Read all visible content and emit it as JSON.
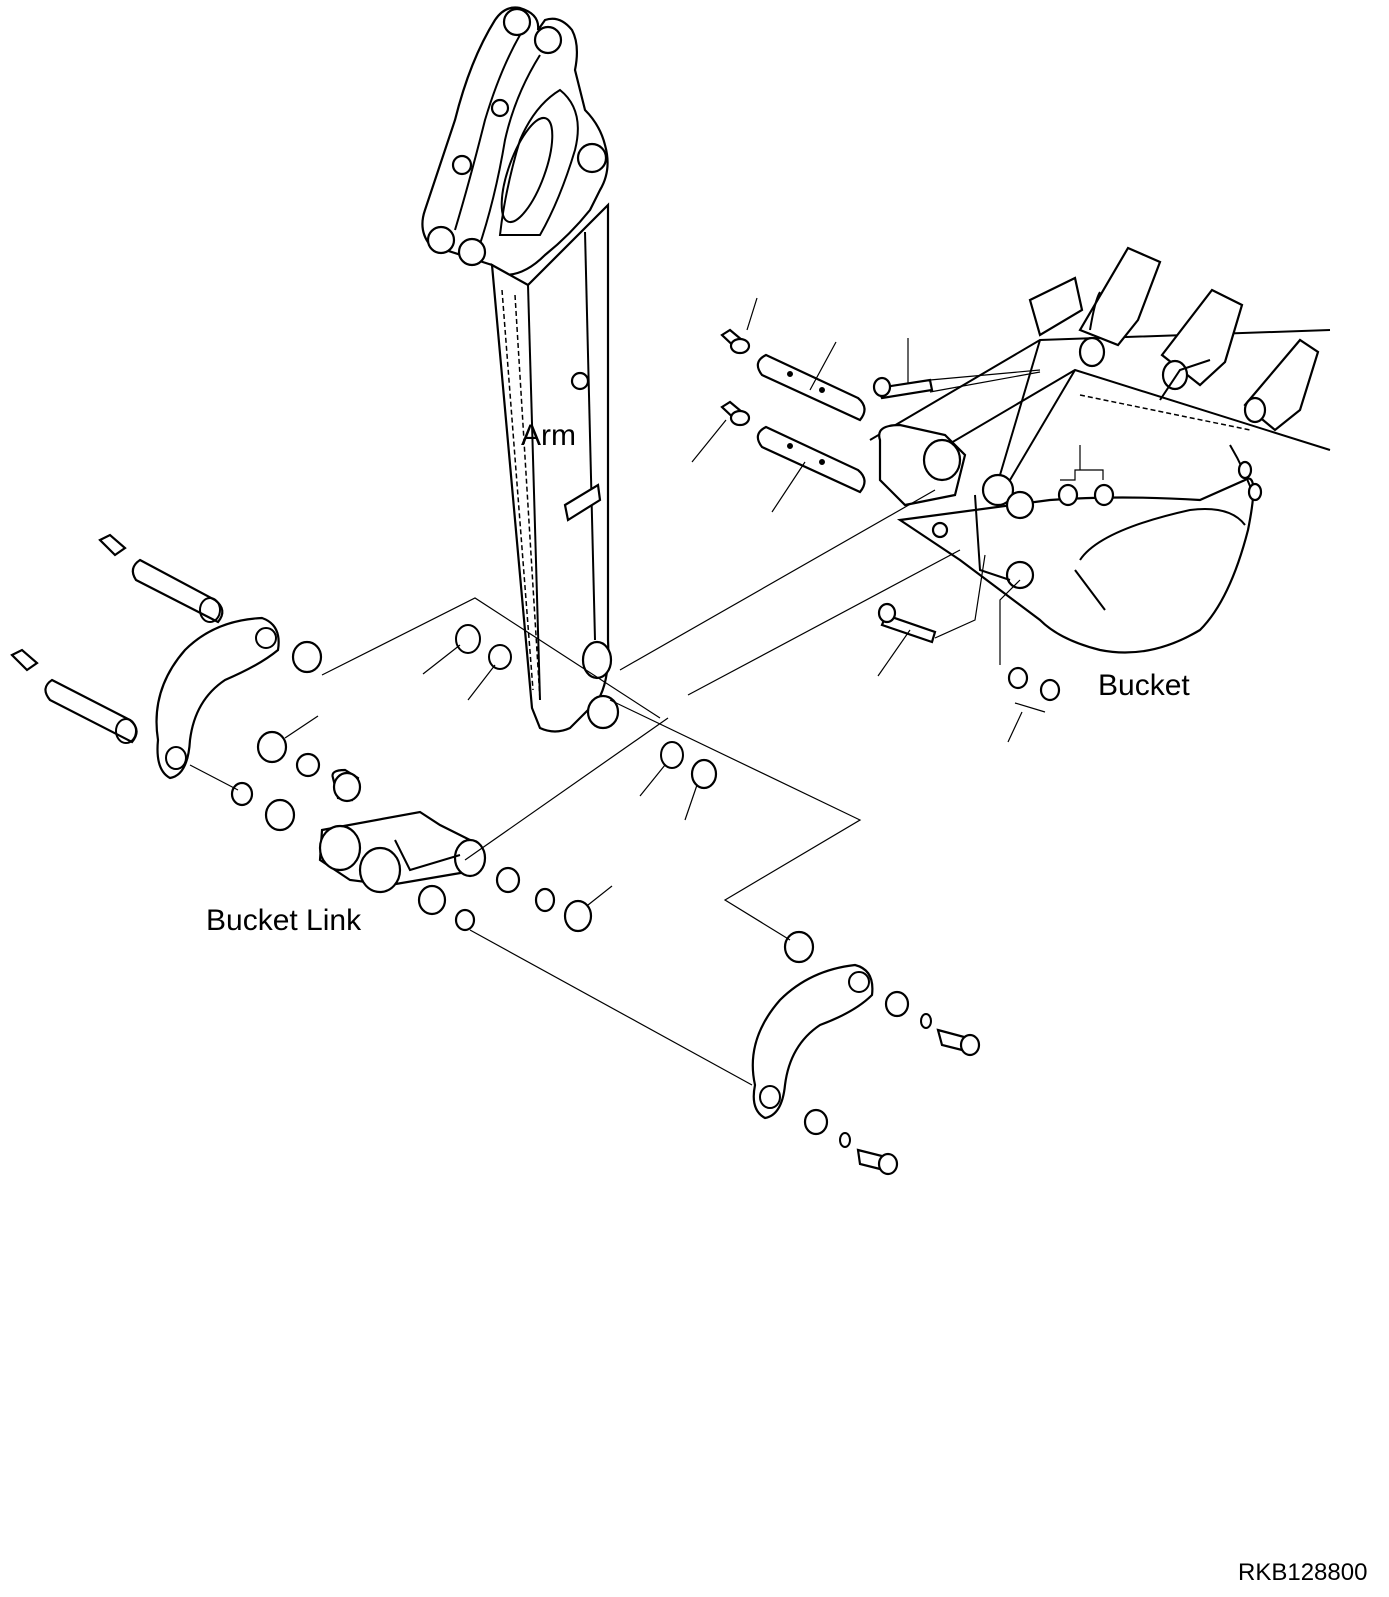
{
  "labels": {
    "arm": "Arm",
    "bucket": "Bucket",
    "bucket_link": "Bucket Link"
  },
  "drawing_code": "RKB128800"
}
